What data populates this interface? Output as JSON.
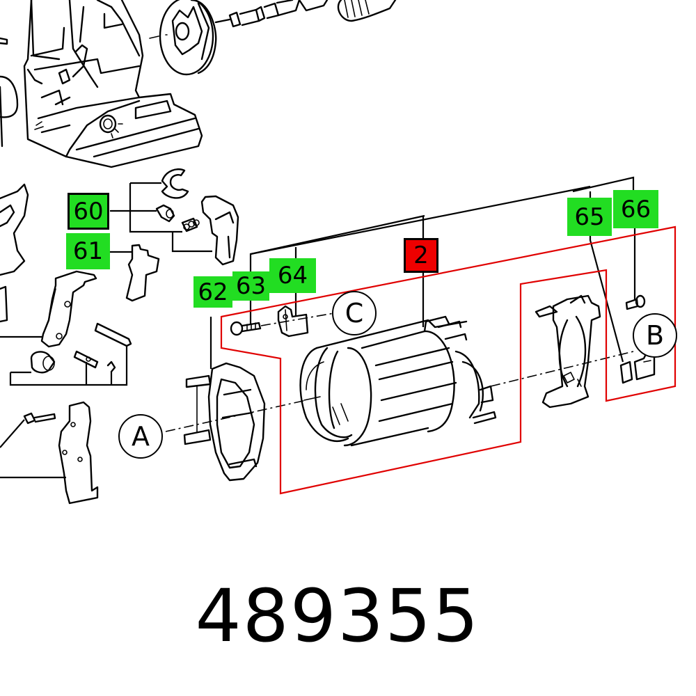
{
  "diagram": {
    "type": "exploded-parts-diagram",
    "part_number": "489355",
    "highlight_group_color": "#e00000",
    "label_color_green": "#22dd22",
    "label_color_red": "#ee0000"
  },
  "labels": [
    {
      "id": "60",
      "text": "60",
      "style": "green-boxed"
    },
    {
      "id": "61",
      "text": "61",
      "style": "green"
    },
    {
      "id": "62",
      "text": "62",
      "style": "green"
    },
    {
      "id": "63",
      "text": "63",
      "style": "green"
    },
    {
      "id": "64",
      "text": "64",
      "style": "green"
    },
    {
      "id": "2",
      "text": "2",
      "style": "red-boxed"
    },
    {
      "id": "65",
      "text": "65",
      "style": "green"
    },
    {
      "id": "66",
      "text": "66",
      "style": "green"
    }
  ],
  "callouts": [
    {
      "id": "A",
      "text": "A"
    },
    {
      "id": "B",
      "text": "B"
    },
    {
      "id": "C",
      "text": "C"
    }
  ]
}
